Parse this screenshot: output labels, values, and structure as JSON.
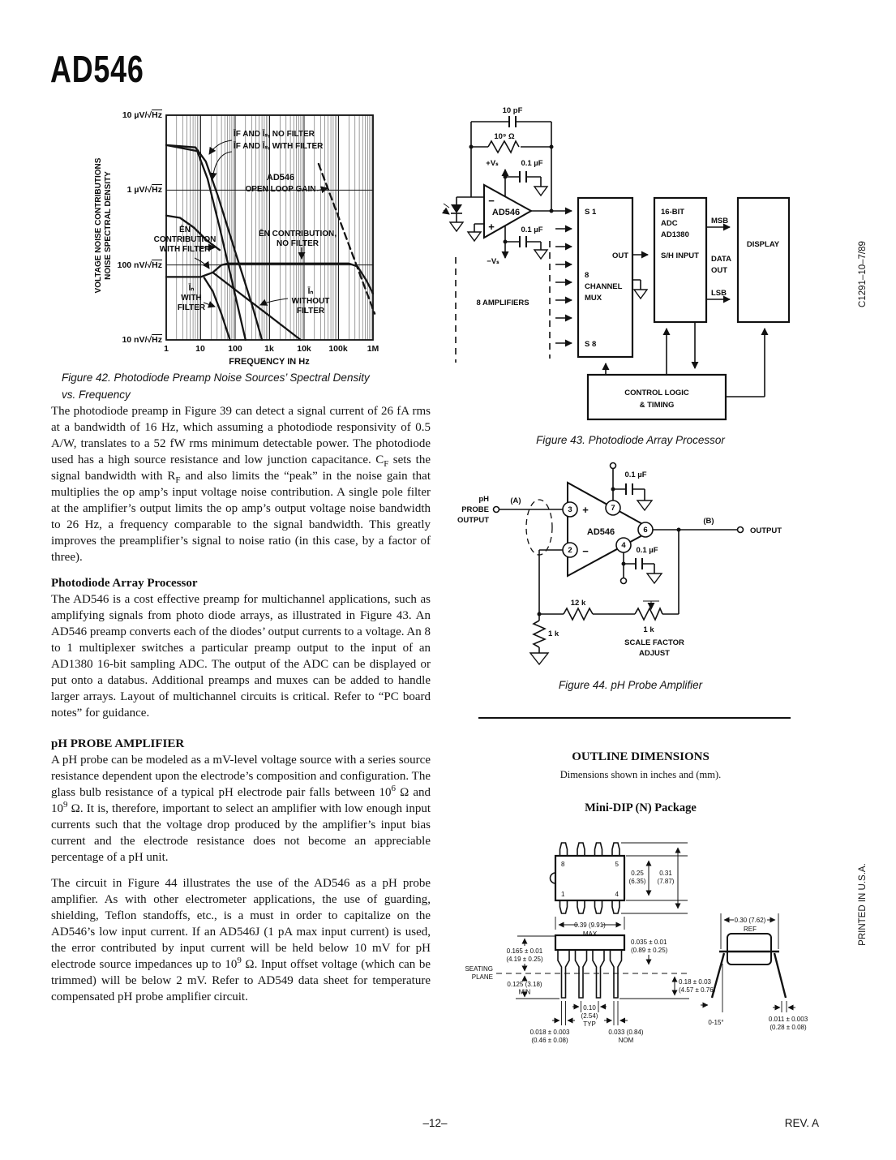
{
  "header": {
    "title": "AD546"
  },
  "sidebar": {
    "doc_code": "C1291–10–7/89",
    "printed": "PRINTED IN U.S.A."
  },
  "footer": {
    "page_number": "–12–",
    "rev": "REV. A"
  },
  "fig42": {
    "caption": "Figure 42. Photodiode Preamp Noise Sources’ Spectral Density vs. Frequency",
    "y_axis_title_1": "VOLTAGE NOISE CONTRIBUTIONS",
    "y_axis_title_2": "NOISE SPECTRAL DENSITY",
    "x_axis_title": "FREQUENCY IN Hz",
    "y_ticks": [
      {
        "prefix": "10 µV/√",
        "unit": "Hz"
      },
      {
        "prefix": "1 µV/√",
        "unit": "Hz"
      },
      {
        "prefix": "100 nV/√",
        "unit": "Hz"
      },
      {
        "prefix": "10 nV/√",
        "unit": "Hz"
      }
    ],
    "x_ticks": [
      "1",
      "10",
      "100",
      "1k",
      "10k",
      "100k",
      "1M"
    ],
    "labels": {
      "if_no": "ĪF AND Īₛ, NO FILTER",
      "if_with": "ĪF AND Īₛ, WITH FILTER",
      "olg1": "AD546",
      "olg2": "OPEN LOOP GAIN",
      "enwf1": "ĒN",
      "enwf2": "CONTRIBUTION",
      "enwf3": "WITH FILTER",
      "ennf1": "ĒN CONTRIBUTION,",
      "ennf2": "NO FILTER",
      "inwf1": "Īₙ",
      "inwf2": "WITH",
      "inwf3": "FILTER",
      "innf1": "Īₙ",
      "innf2": "WITHOUT",
      "innf3": "FILTER"
    }
  },
  "chart_data": {
    "type": "line",
    "title": "Photodiode Preamp Noise Sources' Spectral Density vs. Frequency",
    "xlabel": "FREQUENCY IN Hz",
    "ylabel": "VOLTAGE NOISE CONTRIBUTIONS / NOISE SPECTRAL DENSITY",
    "x_scale": "log",
    "y_scale": "log",
    "xlim_log": [
      0,
      6
    ],
    "ylim_log": [
      1,
      4
    ],
    "x_tick_labels": [
      "1",
      "10",
      "100",
      "1k",
      "10k",
      "100k",
      "1M"
    ],
    "y_tick_labels": [
      "10 nV/√Hz",
      "100 nV/√Hz",
      "1 µV/√Hz",
      "10 µV/√Hz"
    ],
    "y_unit_note": "log10 of noise density in nV/√Hz (1=10nV, 4=10µV)",
    "grid": "log minor vertical, major both",
    "legend_position": "annotated on plot",
    "series": [
      {
        "name": "IF and IS, no filter",
        "points_log": [
          [
            0,
            3.6
          ],
          [
            0.85,
            3.57
          ],
          [
            1.15,
            3.38
          ],
          [
            1.5,
            2.92
          ],
          [
            2.0,
            2.18
          ],
          [
            2.5,
            1.45
          ],
          [
            2.78,
            1.0
          ]
        ]
      },
      {
        "name": "IF and IS, with filter",
        "points_log": [
          [
            0,
            3.6
          ],
          [
            0.9,
            3.52
          ],
          [
            1.2,
            3.15
          ],
          [
            1.55,
            2.5
          ],
          [
            1.95,
            1.7
          ],
          [
            2.2,
            1.2
          ],
          [
            2.3,
            1.0
          ]
        ]
      },
      {
        "name": "EN contribution with filter",
        "points_log": [
          [
            0,
            2.66
          ],
          [
            0.4,
            2.63
          ],
          [
            0.8,
            2.5
          ],
          [
            1.2,
            2.32
          ],
          [
            1.55,
            2.2
          ]
        ]
      },
      {
        "name": "EN contribution, no filter",
        "points_log": [
          [
            0,
            1.84
          ],
          [
            1.0,
            1.84
          ],
          [
            1.35,
            1.9
          ],
          [
            1.6,
            2.0
          ],
          [
            1.8,
            2.02
          ],
          [
            5.3,
            2.02
          ],
          [
            5.55,
            1.98
          ],
          [
            5.8,
            1.8
          ],
          [
            6,
            1.62
          ]
        ]
      },
      {
        "name": "IN with filter",
        "points_log": [
          [
            1.1,
            1.83
          ],
          [
            1.35,
            1.65
          ],
          [
            1.6,
            1.35
          ],
          [
            1.85,
            1.0
          ]
        ]
      },
      {
        "name": "IN without filter",
        "points_log": [
          [
            1.35,
            1.9
          ],
          [
            2.2,
            1.6
          ],
          [
            3.0,
            1.32
          ],
          [
            3.9,
            1.0
          ]
        ]
      },
      {
        "name": "AD546 open loop gain",
        "dashed": true,
        "points_log": [
          [
            4.42,
            3.35
          ],
          [
            5.0,
            2.64
          ],
          [
            5.6,
            1.9
          ],
          [
            6.05,
            1.35
          ]
        ]
      }
    ]
  },
  "body": {
    "para1": [
      "The photodiode preamp in Figure 39 can detect a signal current of 26 fA rms at a bandwidth of 16 Hz, which assuming a photodiode responsivity of 0.5 A/W, translates to a 52 fW rms minimum detectable power. The photodiode used has a high source resistance and low junction capacitance. C",
      {
        "tag": "sub",
        "text": "F"
      },
      " sets the signal bandwidth with R",
      {
        "tag": "sub",
        "text": "F"
      },
      " and also limits the “peak” in the noise gain that multiplies the op amp’s input voltage noise contribution. A single pole filter at the amplifier’s output limits the op amp’s output voltage noise bandwidth to 26 Hz, a frequency comparable to the signal bandwidth. This greatly improves the preamplifier’s signal to noise ratio (in this case, by a factor of three)."
    ],
    "h_photodiode": "Photodiode Array Processor",
    "para2": [
      "The AD546 is a cost effective preamp for multichannel applications, such as amplifying signals from photo diode arrays, as illustrated in Figure 43. An AD546 preamp converts each of the diodes’ output currents to a voltage. An 8 to 1 multiplexer switches a particular preamp output to the input of an AD1380 16-bit sampling ADC. The output of the ADC can be displayed or put onto a databus. Additional preamps and muxes can be added to handle larger arrays. Layout of multichannel circuits is critical. Refer to “PC board notes” for guidance."
    ],
    "h_ph": "pH PROBE AMPLIFIER",
    "para3": [
      "A pH probe can be modeled as a mV-level voltage source with a series source resistance dependent upon the electrode’s composition and configuration. The glass bulb resistance of a typical pH electrode pair falls between 10",
      {
        "tag": "sup",
        "text": "6"
      },
      " Ω and 10",
      {
        "tag": "sup",
        "text": "9"
      },
      " Ω. It is, therefore, important to select an amplifier with low enough input currents such that the voltage drop produced by the amplifier’s input bias current and the electrode resistance does not become an appreciable percentage of a pH unit."
    ],
    "para4": [
      "The circuit in Figure 44 illustrates the use of the AD546 as a pH probe amplifier. As with other electrometer applications, the use of guarding, shielding, Teflon standoffs, etc., is a must in order to capitalize on the AD546’s low input current. If an AD546J (1 pA max input current) is used, the error contributed by input current will be held below 10 mV for pH electrode source impedances up to 10",
      {
        "tag": "sup",
        "text": "9"
      },
      " Ω. Input offset voltage (which can be trimmed) will be below 2 mV. Refer to AD549 data sheet for temperature compensated pH probe amplifier circuit."
    ]
  },
  "fig43": {
    "caption": "Figure 43. Photodiode Array Processor",
    "labels": {
      "cap_fb": "10 pF",
      "res_fb": "10⁹ Ω",
      "plus_vs": "+Vₛ",
      "minus_vs": "−Vₛ",
      "cap1": "0.1 µF",
      "cap2": "0.1 µF",
      "opamp": "AD546",
      "minus": "−",
      "plus": "+",
      "amps": "8 AMPLIFIERS",
      "s1": "S 1",
      "s8": "S 8",
      "mux1": "8",
      "mux2": "CHANNEL",
      "mux3": "MUX",
      "out": "OUT",
      "adc1": "16-BIT",
      "adc2": "ADC",
      "adc3": "AD1380",
      "sh": "S/H INPUT",
      "msb": "MSB",
      "data1": "DATA",
      "data2": "OUT",
      "lsb": "LSB",
      "display": "DISPLAY",
      "clt1": "CONTROL LOGIC",
      "clt2": "& TIMING"
    }
  },
  "fig44": {
    "caption": "Figure 44. pH Probe Amplifier",
    "labels": {
      "ph1": "pH",
      "ph2": "PROBE",
      "ph3": "OUTPUT",
      "a": "(A)",
      "b": "(B)",
      "output": "OUTPUT",
      "opamp": "AD546",
      "plus": "+",
      "minus": "−",
      "pin3": "3",
      "pin2": "2",
      "pin7": "7",
      "pin6": "6",
      "pin4": "4",
      "cap1": "0.1 µF",
      "cap2": "0.1 µF",
      "r12k": "12 k",
      "r1k": "1 k",
      "pot": "1 k",
      "sf1": "SCALE FACTOR",
      "sf2": "ADJUST"
    }
  },
  "outline": {
    "title": "OUTLINE DIMENSIONS",
    "subtitle": "Dimensions shown in inches and (mm).",
    "package": "Mini-DIP (N) Package",
    "top": {
      "pin8": "8",
      "pin5": "5",
      "pin1": "1",
      "pin4": "4",
      "d025": "0.25",
      "d025mm": "(6.35)",
      "d031": "0.31",
      "d031mm": "(7.87)",
      "d039": "0.39 (9.91)",
      "max": "MAX"
    },
    "side": {
      "seating": "SEATING",
      "plane": "PLANE",
      "d0165": "0.165 ± 0.01",
      "d0165mm": "(4.19 ± 0.25)",
      "d0125": "0.125 (3.18)",
      "min": "MIN",
      "d010": "0.10",
      "d010mm": "(2.54)",
      "typ": "TYP",
      "d0018": "0.018 ± 0.003",
      "d0018mm": "(0.46 ± 0.08)",
      "d0033": "0.033 (0.84)",
      "nom": "NOM",
      "d0035": "0.035 ± 0.01",
      "d0035mm": "(0.89 ± 0.25)",
      "d018": "0.18 ± 0.03",
      "d018mm": "(4.57 ± 0.76)"
    },
    "end": {
      "d030": "0.30 (7.62)",
      "ref": "REF",
      "angle": "0-15°",
      "d0011": "0.011 ± 0.003",
      "d0011mm": "(0.28 ± 0.08)"
    }
  }
}
